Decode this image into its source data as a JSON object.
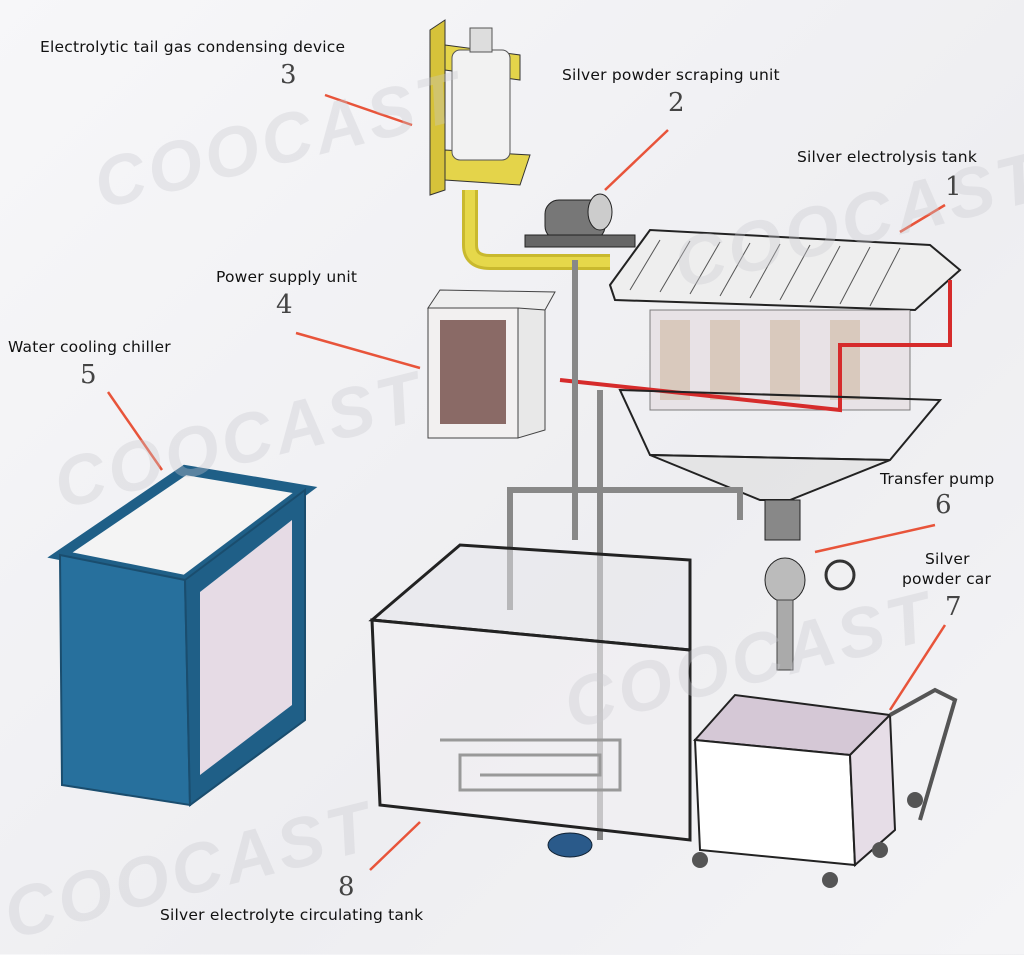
{
  "watermark": "COOCAST",
  "components": [
    {
      "number": "1",
      "label": "Silver electrolysis tank"
    },
    {
      "number": "2",
      "label": "Silver powder scraping unit"
    },
    {
      "number": "3",
      "label": "Electrolytic tail gas condensing device"
    },
    {
      "number": "4",
      "label": "Power supply unit"
    },
    {
      "number": "5",
      "label": "Water cooling chiller"
    },
    {
      "number": "6",
      "label": "Transfer pump"
    },
    {
      "number": "7",
      "label_line1": "Silver",
      "label_line2": "powder car"
    },
    {
      "number": "8",
      "label": "Silver electrolyte circulating tank"
    }
  ],
  "colors": {
    "leader": "#e8543a",
    "chiller": "#1f5f87",
    "condenser_frame": "#d6c23a",
    "pipe_red": "#d62b2b"
  }
}
